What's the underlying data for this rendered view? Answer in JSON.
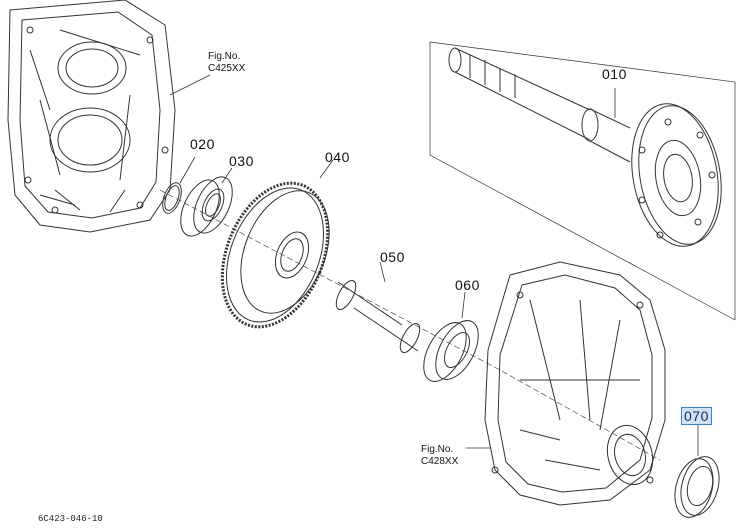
{
  "parts": [
    {
      "id": "p010",
      "label": "010",
      "highlighted": false
    },
    {
      "id": "p020",
      "label": "020",
      "highlighted": false
    },
    {
      "id": "p030",
      "label": "030",
      "highlighted": false
    },
    {
      "id": "p040",
      "label": "040",
      "highlighted": false
    },
    {
      "id": "p050",
      "label": "050",
      "highlighted": false
    },
    {
      "id": "p060",
      "label": "060",
      "highlighted": false
    },
    {
      "id": "p070",
      "label": "070",
      "highlighted": true
    }
  ],
  "figure_refs": [
    {
      "line1": "Fig.No.",
      "line2": "C425XX"
    },
    {
      "line1": "Fig.No.",
      "line2": "C428XX"
    }
  ],
  "diagram_code": "6C423-046-10",
  "colors": {
    "line": "#333333",
    "highlight_fill": "#cfe3f7",
    "highlight_border": "#3b7fc4"
  }
}
